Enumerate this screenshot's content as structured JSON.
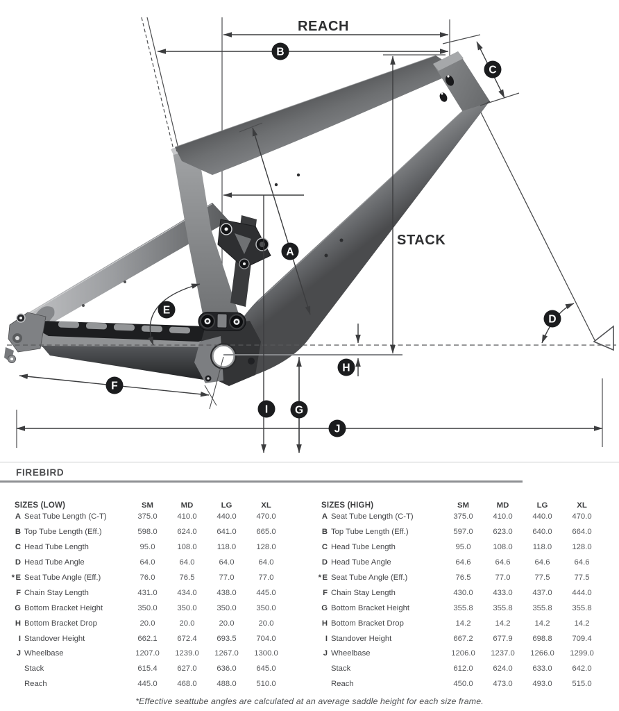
{
  "diagram": {
    "reach_label": "REACH",
    "stack_label": "STACK",
    "badges": {
      "a": "A",
      "b": "B",
      "c": "C",
      "d": "D",
      "e": "E",
      "f": "F",
      "g": "G",
      "h": "H",
      "i": "I",
      "j": "J"
    }
  },
  "title": "FIREBIRD",
  "table_headers": [
    "SM",
    "MD",
    "LG",
    "XL"
  ],
  "tables": [
    {
      "title": "SIZES (LOW)",
      "rows": [
        {
          "letter": "A",
          "star": false,
          "label": "Seat Tube Length (C-T)",
          "values": [
            "375.0",
            "410.0",
            "440.0",
            "470.0"
          ]
        },
        {
          "letter": "B",
          "star": false,
          "label": "Top Tube Length (Eff.)",
          "values": [
            "598.0",
            "624.0",
            "641.0",
            "665.0"
          ]
        },
        {
          "letter": "C",
          "star": false,
          "label": "Head Tube Length",
          "values": [
            "95.0",
            "108.0",
            "118.0",
            "128.0"
          ]
        },
        {
          "letter": "D",
          "star": false,
          "label": "Head Tube Angle",
          "values": [
            "64.0",
            "64.0",
            "64.0",
            "64.0"
          ]
        },
        {
          "letter": "E",
          "star": true,
          "label": "Seat Tube Angle (Eff.)",
          "values": [
            "76.0",
            "76.5",
            "77.0",
            "77.0"
          ]
        },
        {
          "letter": "F",
          "star": false,
          "label": "Chain Stay Length",
          "values": [
            "431.0",
            "434.0",
            "438.0",
            "445.0"
          ]
        },
        {
          "letter": "G",
          "star": false,
          "label": "Bottom Bracket Height",
          "values": [
            "350.0",
            "350.0",
            "350.0",
            "350.0"
          ]
        },
        {
          "letter": "H",
          "star": false,
          "label": "Bottom Bracket Drop",
          "values": [
            "20.0",
            "20.0",
            "20.0",
            "20.0"
          ]
        },
        {
          "letter": "I",
          "star": false,
          "label": "Standover Height",
          "values": [
            "662.1",
            "672.4",
            "693.5",
            "704.0"
          ]
        },
        {
          "letter": "J",
          "star": false,
          "label": "Wheelbase",
          "values": [
            "1207.0",
            "1239.0",
            "1267.0",
            "1300.0"
          ]
        },
        {
          "letter": "",
          "star": false,
          "label": "Stack",
          "values": [
            "615.4",
            "627.0",
            "636.0",
            "645.0"
          ]
        },
        {
          "letter": "",
          "star": false,
          "label": "Reach",
          "values": [
            "445.0",
            "468.0",
            "488.0",
            "510.0"
          ]
        }
      ]
    },
    {
      "title": "SIZES (HIGH)",
      "rows": [
        {
          "letter": "A",
          "star": false,
          "label": "Seat Tube Length (C-T)",
          "values": [
            "375.0",
            "410.0",
            "440.0",
            "470.0"
          ]
        },
        {
          "letter": "B",
          "star": false,
          "label": "Top Tube Length (Eff.)",
          "values": [
            "597.0",
            "623.0",
            "640.0",
            "664.0"
          ]
        },
        {
          "letter": "C",
          "star": false,
          "label": "Head Tube Length",
          "values": [
            "95.0",
            "108.0",
            "118.0",
            "128.0"
          ]
        },
        {
          "letter": "D",
          "star": false,
          "label": "Head Tube Angle",
          "values": [
            "64.6",
            "64.6",
            "64.6",
            "64.6"
          ]
        },
        {
          "letter": "E",
          "star": true,
          "label": "Seat Tube Angle (Eff.)",
          "values": [
            "76.5",
            "77.0",
            "77.5",
            "77.5"
          ]
        },
        {
          "letter": "F",
          "star": false,
          "label": "Chain Stay Length",
          "values": [
            "430.0",
            "433.0",
            "437.0",
            "444.0"
          ]
        },
        {
          "letter": "G",
          "star": false,
          "label": "Bottom Bracket Height",
          "values": [
            "355.8",
            "355.8",
            "355.8",
            "355.8"
          ]
        },
        {
          "letter": "H",
          "star": false,
          "label": "Bottom Bracket Drop",
          "values": [
            "14.2",
            "14.2",
            "14.2",
            "14.2"
          ]
        },
        {
          "letter": "I",
          "star": false,
          "label": "Standover Height",
          "values": [
            "667.2",
            "677.9",
            "698.8",
            "709.4"
          ]
        },
        {
          "letter": "J",
          "star": false,
          "label": "Wheelbase",
          "values": [
            "1206.0",
            "1237.0",
            "1266.0",
            "1299.0"
          ]
        },
        {
          "letter": "",
          "star": false,
          "label": "Stack",
          "values": [
            "612.0",
            "624.0",
            "633.0",
            "642.0"
          ]
        },
        {
          "letter": "",
          "star": false,
          "label": "Reach",
          "values": [
            "450.0",
            "473.0",
            "493.0",
            "515.0"
          ]
        }
      ]
    }
  ],
  "footnote": "*Effective seattube angles are calculated at an average saddle height for each size frame."
}
